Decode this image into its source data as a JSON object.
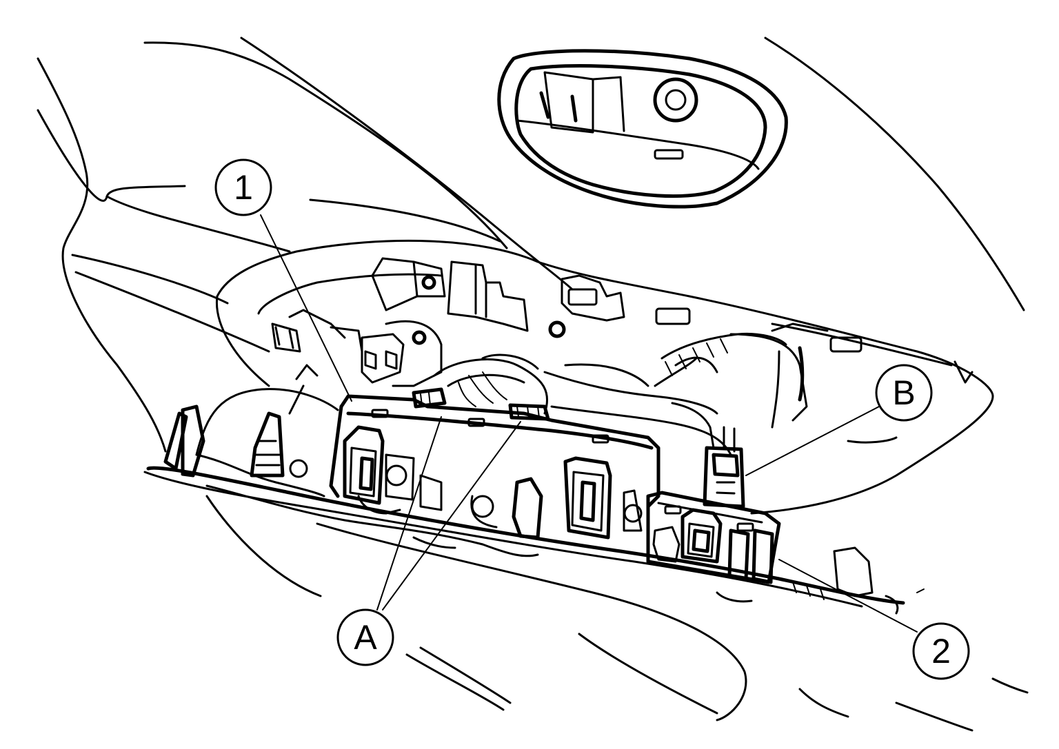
{
  "callouts": {
    "label_1": "1",
    "label_2": "2",
    "label_A": "A",
    "label_B": "B"
  },
  "colors": {
    "line": "#000000",
    "background": "#ffffff"
  }
}
